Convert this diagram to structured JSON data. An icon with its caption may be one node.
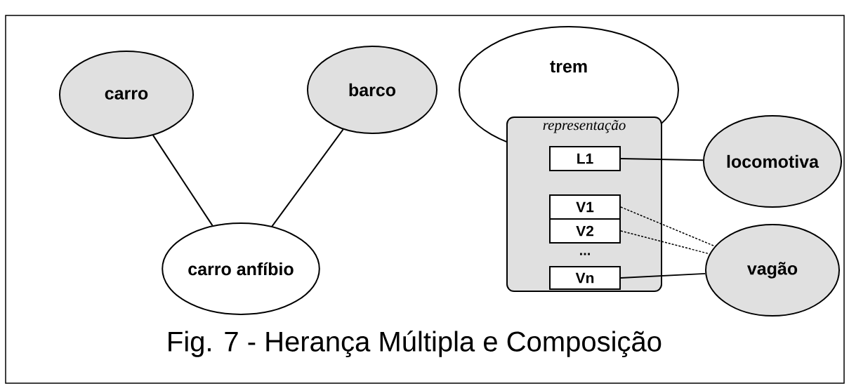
{
  "diagram": {
    "caption": "Fig. 7 - Herança Múltipla e Composição",
    "nodes": [
      {
        "text": [
          "carro"
        ]
      },
      {
        "text": [
          "barco"
        ]
      },
      {
        "text": [
          "carro anfíbio"
        ]
      },
      {
        "text": [
          "trem"
        ]
      },
      {
        "text": [
          "representação"
        ]
      },
      {
        "text": [
          "L1"
        ],
        "in": 4
      },
      {
        "text": [
          "V1"
        ],
        "in": 4
      },
      {
        "text": [
          "V2"
        ],
        "in": 4
      },
      {
        "text": [
          "Vn"
        ],
        "in": 4
      },
      {
        "text": [
          "locomotiva"
        ]
      },
      {
        "text": [
          "vagão"
        ]
      }
    ],
    "edges": [
      {
        "from": 0,
        "to": 2,
        "arrow": "none"
      },
      {
        "from": 1,
        "to": 2,
        "arrow": "none"
      },
      {
        "from": 5,
        "to": 9,
        "arrow": "none"
      },
      {
        "from": 6,
        "to": 10,
        "arrow": "none",
        "style": "dashed"
      },
      {
        "from": 7,
        "to": 10,
        "arrow": "none",
        "style": "dashed"
      },
      {
        "from": 8,
        "to": 10,
        "arrow": "none"
      }
    ],
    "labels": [
      "..."
    ]
  }
}
